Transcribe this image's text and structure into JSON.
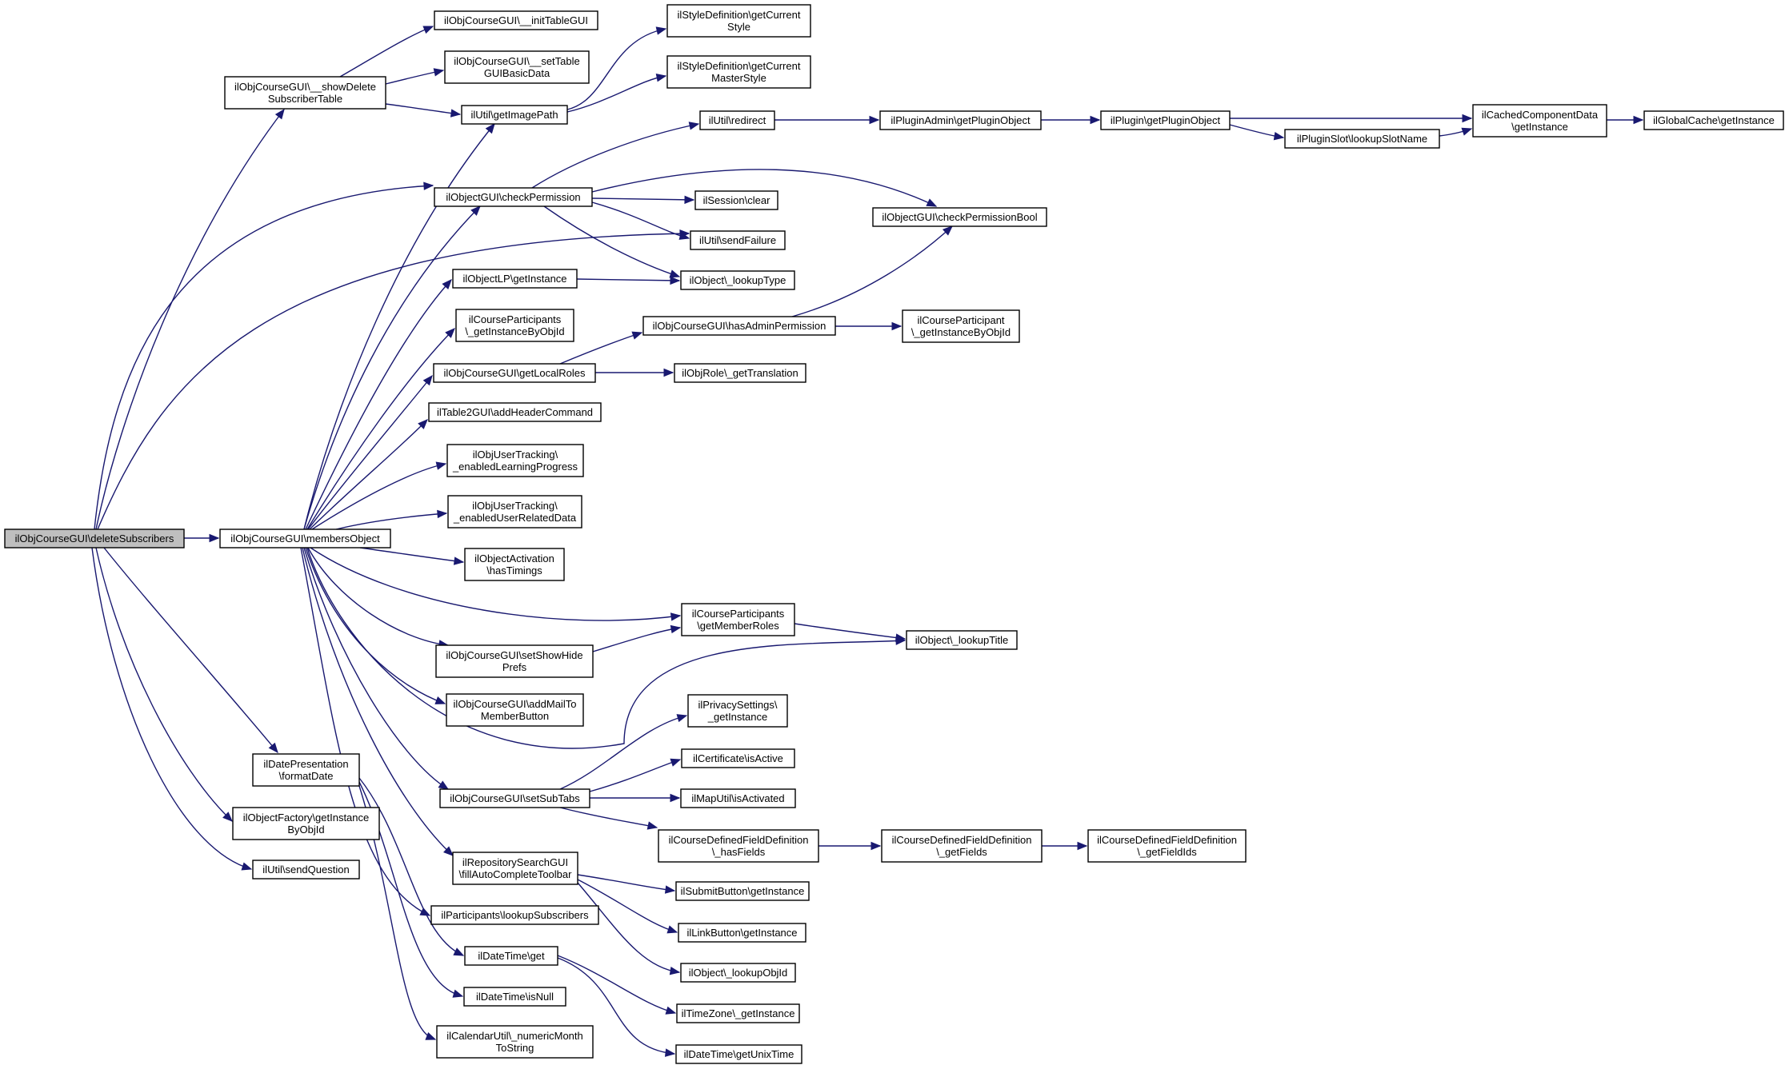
{
  "nodes": [
    {
      "id": "deleteSubscribers",
      "lines": [
        "ilObjCourseGUI\\deleteSubscribers"
      ],
      "root": true
    },
    {
      "id": "showDeleteSubscriberTable",
      "lines": [
        "ilObjCourseGUI\\__showDelete",
        "SubscriberTable"
      ]
    },
    {
      "id": "initTableGUI",
      "lines": [
        "ilObjCourseGUI\\__initTableGUI"
      ]
    },
    {
      "id": "setTableGUIBasicData",
      "lines": [
        "ilObjCourseGUI\\__setTable",
        "GUIBasicData"
      ]
    },
    {
      "id": "getImagePath",
      "lines": [
        "ilUtil\\getImagePath"
      ]
    },
    {
      "id": "getCurrentStyle",
      "lines": [
        "ilStyleDefinition\\getCurrent",
        "Style"
      ]
    },
    {
      "id": "getCurrentMasterStyle",
      "lines": [
        "ilStyleDefinition\\getCurrent",
        "MasterStyle"
      ]
    },
    {
      "id": "checkPermission",
      "lines": [
        "ilObjectGUI\\checkPermission"
      ]
    },
    {
      "id": "redirect",
      "lines": [
        "ilUtil\\redirect"
      ]
    },
    {
      "id": "getPluginObject",
      "lines": [
        "ilPluginAdmin\\getPluginObject"
      ]
    },
    {
      "id": "pluginGetPluginObject",
      "lines": [
        "ilPlugin\\getPluginObject"
      ]
    },
    {
      "id": "lookupSlotName",
      "lines": [
        "ilPluginSlot\\lookupSlotName"
      ]
    },
    {
      "id": "cachedComponentData",
      "lines": [
        "ilCachedComponentData",
        "\\getInstance"
      ]
    },
    {
      "id": "globalCache",
      "lines": [
        "ilGlobalCache\\getInstance"
      ]
    },
    {
      "id": "sessionClear",
      "lines": [
        "ilSession\\clear"
      ]
    },
    {
      "id": "sendFailure",
      "lines": [
        "ilUtil\\sendFailure"
      ]
    },
    {
      "id": "checkPermissionBool",
      "lines": [
        "ilObjectGUI\\checkPermissionBool"
      ]
    },
    {
      "id": "objectLPGetInstance",
      "lines": [
        "ilObjectLP\\getInstance"
      ]
    },
    {
      "id": "lookupType",
      "lines": [
        "ilObject\\_lookupType"
      ]
    },
    {
      "id": "courseParticipantsGetInstance",
      "lines": [
        "ilCourseParticipants",
        "\\_getInstanceByObjId"
      ]
    },
    {
      "id": "hasAdminPermission",
      "lines": [
        "ilObjCourseGUI\\hasAdminPermission"
      ]
    },
    {
      "id": "courseParticipantGetInstance",
      "lines": [
        "ilCourseParticipant",
        "\\_getInstanceByObjId"
      ]
    },
    {
      "id": "getLocalRoles",
      "lines": [
        "ilObjCourseGUI\\getLocalRoles"
      ]
    },
    {
      "id": "getTranslation",
      "lines": [
        "ilObjRole\\_getTranslation"
      ]
    },
    {
      "id": "addHeaderCommand",
      "lines": [
        "ilTable2GUI\\addHeaderCommand"
      ]
    },
    {
      "id": "enabledLearningProgress",
      "lines": [
        "ilObjUserTracking\\",
        "_enabledLearningProgress"
      ]
    },
    {
      "id": "enabledUserRelatedData",
      "lines": [
        "ilObjUserTracking\\",
        "_enabledUserRelatedData"
      ]
    },
    {
      "id": "membersObject",
      "lines": [
        "ilObjCourseGUI\\membersObject"
      ]
    },
    {
      "id": "hasTimings",
      "lines": [
        "ilObjectActivation",
        "\\hasTimings"
      ]
    },
    {
      "id": "getMemberRoles",
      "lines": [
        "ilCourseParticipants",
        "\\getMemberRoles"
      ]
    },
    {
      "id": "setShowHidePrefs",
      "lines": [
        "ilObjCourseGUI\\setShowHide",
        "Prefs"
      ]
    },
    {
      "id": "lookupTitle",
      "lines": [
        "ilObject\\_lookupTitle"
      ]
    },
    {
      "id": "addMailToMemberButton",
      "lines": [
        "ilObjCourseGUI\\addMailTo",
        "MemberButton"
      ]
    },
    {
      "id": "privacySettings",
      "lines": [
        "ilPrivacySettings\\",
        "_getInstance"
      ]
    },
    {
      "id": "certificateIsActive",
      "lines": [
        "ilCertificate\\isActive"
      ]
    },
    {
      "id": "formatDate",
      "lines": [
        "ilDatePresentation",
        "\\formatDate"
      ]
    },
    {
      "id": "setSubTabs",
      "lines": [
        "ilObjCourseGUI\\setSubTabs"
      ]
    },
    {
      "id": "mapUtilIsActivated",
      "lines": [
        "ilMapUtil\\isActivated"
      ]
    },
    {
      "id": "objectFactory",
      "lines": [
        "ilObjectFactory\\getInstance",
        "ByObjId"
      ]
    },
    {
      "id": "hasFields",
      "lines": [
        "ilCourseDefinedFieldDefinition",
        "\\_hasFields"
      ]
    },
    {
      "id": "getFields",
      "lines": [
        "ilCourseDefinedFieldDefinition",
        "\\_getFields"
      ]
    },
    {
      "id": "getFieldIds",
      "lines": [
        "ilCourseDefinedFieldDefinition",
        "\\_getFieldIds"
      ]
    },
    {
      "id": "sendQuestion",
      "lines": [
        "ilUtil\\sendQuestion"
      ]
    },
    {
      "id": "fillAutoCompleteToolbar",
      "lines": [
        "ilRepositorySearchGUI",
        "\\fillAutoCompleteToolbar"
      ]
    },
    {
      "id": "submitButton",
      "lines": [
        "ilSubmitButton\\getInstance"
      ]
    },
    {
      "id": "lookupSubscribers",
      "lines": [
        "ilParticipants\\lookupSubscribers"
      ]
    },
    {
      "id": "linkButton",
      "lines": [
        "ilLinkButton\\getInstance"
      ]
    },
    {
      "id": "dateTimeGet",
      "lines": [
        "ilDateTime\\get"
      ]
    },
    {
      "id": "lookupObjId",
      "lines": [
        "ilObject\\_lookupObjId"
      ]
    },
    {
      "id": "dateTimeIsNull",
      "lines": [
        "ilDateTime\\isNull"
      ]
    },
    {
      "id": "timeZone",
      "lines": [
        "ilTimeZone\\_getInstance"
      ]
    },
    {
      "id": "numericMonthToString",
      "lines": [
        "ilCalendarUtil\\_numericMonth",
        "ToString"
      ]
    },
    {
      "id": "getUnixTime",
      "lines": [
        "ilDateTime\\getUnixTime"
      ]
    }
  ]
}
